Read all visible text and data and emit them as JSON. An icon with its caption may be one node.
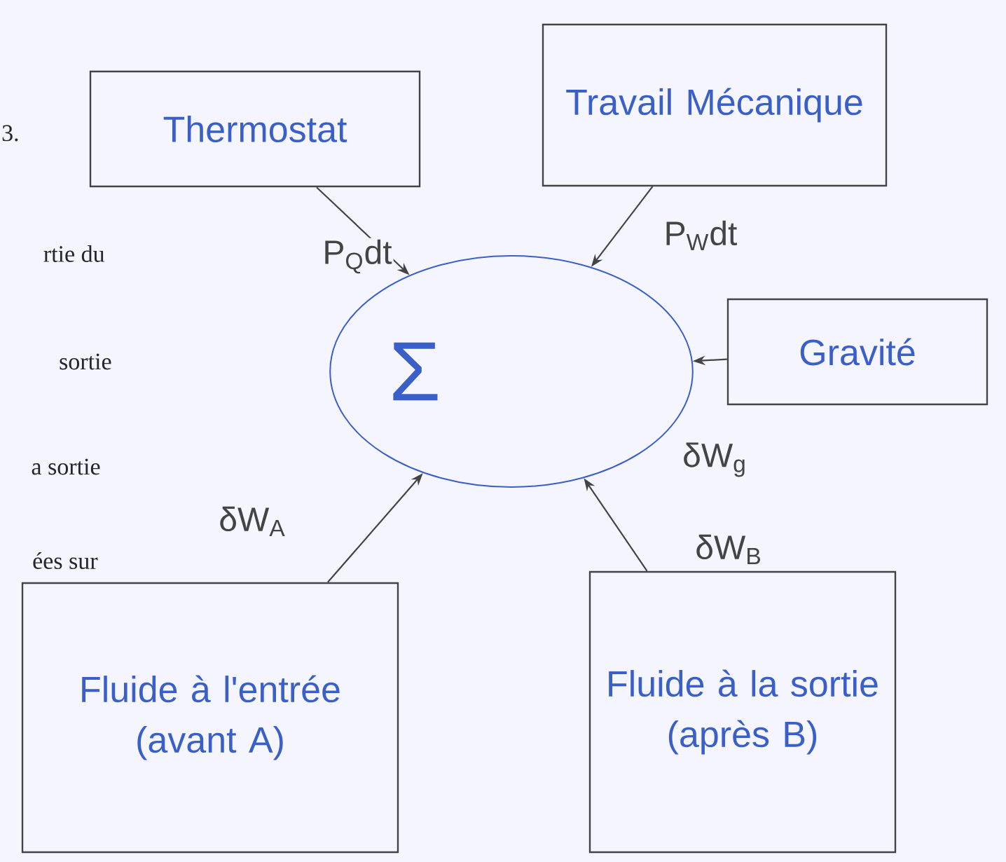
{
  "diagram": {
    "nodes": [
      {
        "text": [
          "Thermostat"
        ]
      },
      {
        "text": [
          "Travail Mécanique"
        ]
      },
      {
        "text": [
          "Σ"
        ]
      },
      {
        "text": [
          "Gravité"
        ]
      },
      {
        "text": [
          "Fluide à l'entrée",
          "(avant A)"
        ]
      },
      {
        "text": [
          "Fluide à la sortie",
          "(après B)"
        ]
      }
    ],
    "edges": [
      {
        "from": 0,
        "to": 2,
        "arrow": "to",
        "label": "P$_{Q}$dt"
      },
      {
        "from": 1,
        "to": 2,
        "arrow": "to",
        "label": "P$_{W}$dt"
      },
      {
        "from": 3,
        "to": 2,
        "arrow": "to",
        "label": "δW$_{g}$"
      },
      {
        "from": 4,
        "to": 2,
        "arrow": "to",
        "label": "δW$_{A}$"
      },
      {
        "from": 5,
        "to": 2,
        "arrow": "to",
        "label": "δW$_{B}$"
      }
    ],
    "labels": [
      "3.",
      "rtie du",
      "sortie",
      "a sortie",
      "ées sur"
    ]
  }
}
